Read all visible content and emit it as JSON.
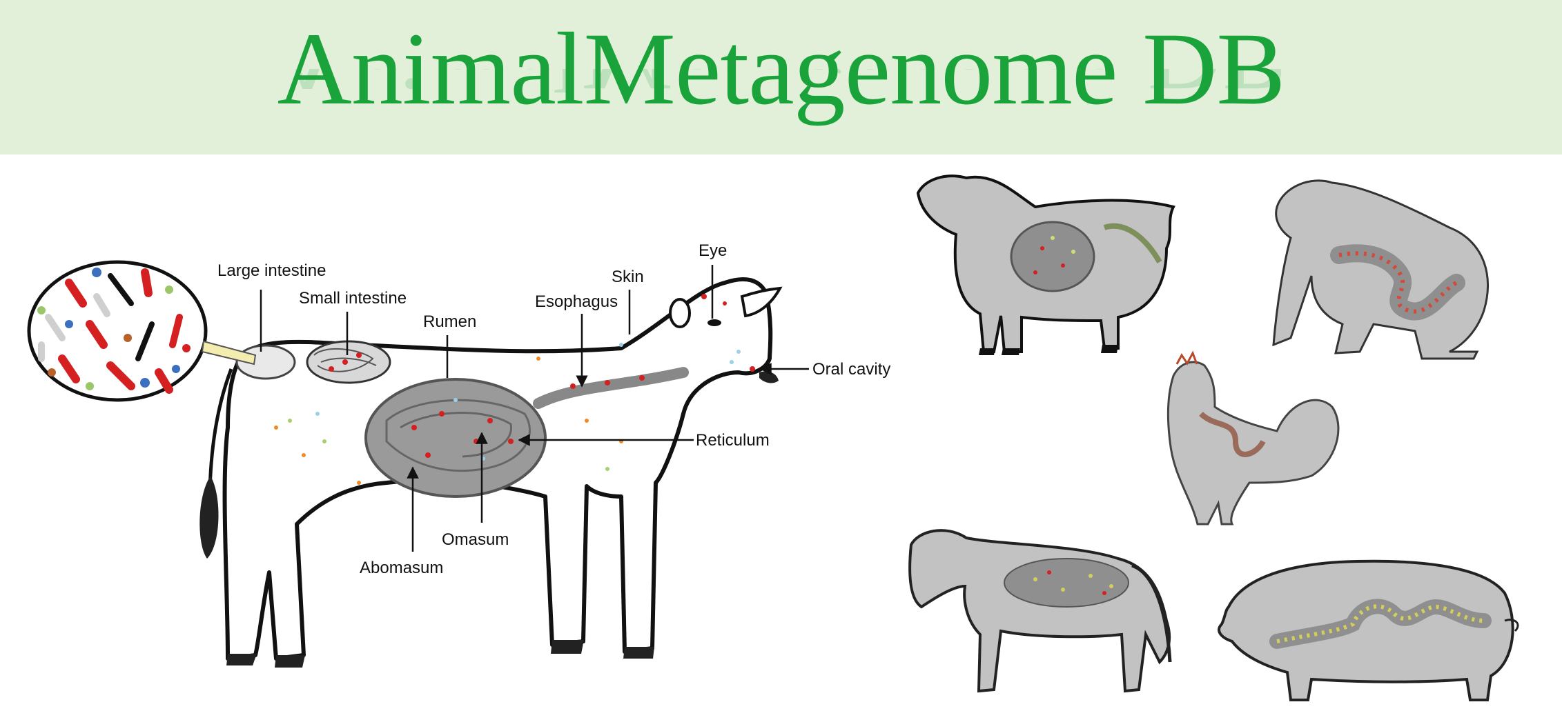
{
  "title": "AnimalMetagenome DB",
  "diagram": {
    "labels": {
      "large_intestine": "Large intestine",
      "small_intestine": "Small intestine",
      "rumen": "Rumen",
      "esophagus": "Esophagus",
      "skin": "Skin",
      "eye": "Eye",
      "oral_cavity": "Oral cavity",
      "reticulum": "Reticulum",
      "omasum": "Omasum",
      "abomasum": "Abomasum"
    }
  },
  "colors": {
    "banner": "#e2f0da",
    "title": "#1aa33a",
    "animal_fill": "#c2c2c2",
    "gut_fill": "#8f8f8f",
    "microbe_red": "#d42020"
  },
  "animals": [
    "cow",
    "sheep",
    "gorilla",
    "chicken",
    "horse",
    "pig"
  ]
}
